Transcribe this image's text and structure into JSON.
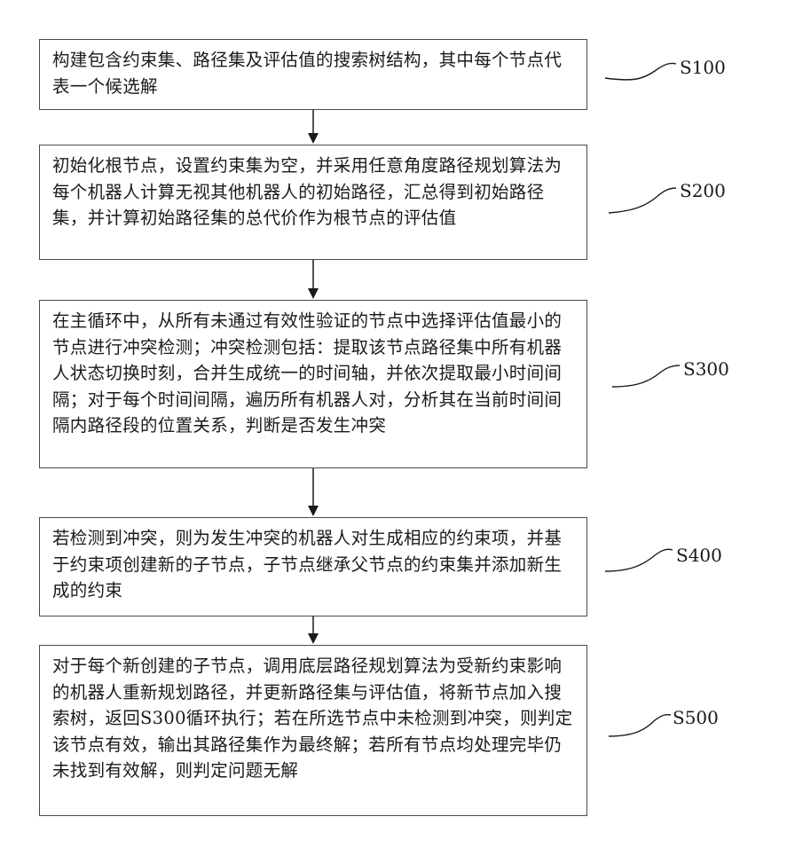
{
  "steps": [
    {
      "label": "S100",
      "text": "构建包含约束集、路径集及评估值的搜索树结构，其中每个节点代表一个候选解"
    },
    {
      "label": "S200",
      "text": "初始化根节点，设置约束集为空，并采用任意角度路径规划算法为每个机器人计算无视其他机器人的初始路径，汇总得到初始路径集，并计算初始路径集的总代价作为根节点的评估值"
    },
    {
      "label": "S300",
      "text": "在主循环中，从所有未通过有效性验证的节点中选择评估值最小的节点进行冲突检测；冲突检测包括：提取该节点路径集中所有机器人状态切换时刻，合并生成统一的时间轴，并依次提取最小时间间隔；对于每个时间间隔，遍历所有机器人对，分析其在当前时间间隔内路径段的位置关系，判断是否发生冲突"
    },
    {
      "label": "S400",
      "text": "若检测到冲突，则为发生冲突的机器人对生成相应的约束项，并基于约束项创建新的子节点，子节点继承父节点的约束集并添加新生成的约束"
    },
    {
      "label": "S500",
      "text": "对于每个新创建的子节点，调用底层路径规划算法为受新约束影响的机器人重新规划路径，并更新路径集与评估值，将新节点加入搜索树，返回S300循环执行；若在所选节点中未检测到冲突，则判定该节点有效，输出其路径集作为最终解；若所有节点均处理完毕仍未找到有效解，则判定问题无解"
    }
  ]
}
